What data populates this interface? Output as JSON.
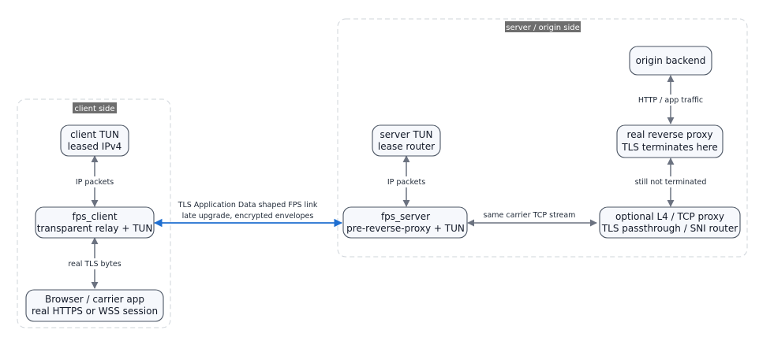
{
  "clusters": {
    "client": "client side",
    "server": "server / origin side"
  },
  "nodes": {
    "client_tun": [
      "client TUN",
      "leased IPv4"
    ],
    "fps_client": [
      "fps_client",
      "transparent relay + TUN"
    ],
    "browser": [
      "Browser / carrier app",
      "real HTTPS or WSS session"
    ],
    "server_tun": [
      "server TUN",
      "lease router"
    ],
    "fps_server": [
      "fps_server",
      "pre-reverse-proxy + TUN"
    ],
    "origin_backend": [
      "origin backend"
    ],
    "reverse_proxy": [
      "real reverse proxy",
      "TLS terminates here"
    ],
    "l4_proxy": [
      "optional L4 / TCP proxy",
      "TLS passthrough / SNI router"
    ]
  },
  "edges": {
    "client_ip": "IP packets",
    "client_tls": "real TLS bytes",
    "main_link": [
      "TLS Application Data shaped FPS link",
      "late upgrade, encrypted envelopes"
    ],
    "server_ip": "IP packets",
    "carrier": "same carrier TCP stream",
    "not_terminated": "still not terminated",
    "http": "HTTP / app traffic"
  },
  "colors": {
    "main_link": "#1f6fd1",
    "edge": "#6b7280",
    "node_fill": "#f6f8fc",
    "cluster_tag": "#6e6e6e"
  }
}
